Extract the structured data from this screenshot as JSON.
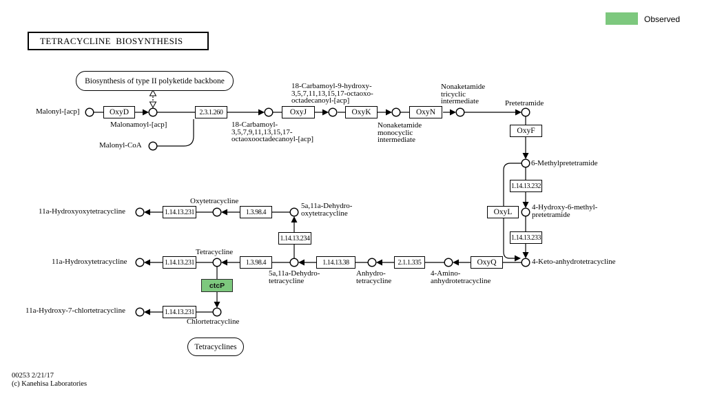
{
  "title": "TETRACYCLINE  BIOSYNTHESIS",
  "legend": {
    "label": "Observed",
    "observed_color": "#7dc87e"
  },
  "footer": {
    "map_id": "00253 2/21/17",
    "copyright": "(c) Kanehisa Laboratories"
  },
  "pathway_links": {
    "polyketide_backbone": "Biosynthesis of type II polyketide backbone",
    "tetracyclines": "Tetracyclines"
  },
  "enzymes": {
    "oxyD": "OxyD",
    "ec_2_3_1_260": "2.3.1.260",
    "oxyJ": "OxyJ",
    "oxyK": "OxyK",
    "oxyN": "OxyN",
    "oxyF": "OxyF",
    "ec_1_14_13_232": "1.14.13.232",
    "oxyL": "OxyL",
    "ec_1_14_13_233": "1.14.13.233",
    "oxyQ": "OxyQ",
    "ec_2_1_1_335": "2.1.1.335",
    "ec_1_14_13_38": "1.14.13.38",
    "ec_1_3_98_4": "1.3.98.4",
    "ec_1_14_13_234": "1.14.13.234",
    "ec_1_14_13_231": "1.14.13.231",
    "ctcP": "ctcP"
  },
  "compounds": {
    "malonyl_acp": "Malonyl-[acp]",
    "malonamoyl_acp": "Malonamoyl-[acp]",
    "malonyl_coa": "Malonyl-CoA",
    "carbamoyl_octaoxo": "18-Carbamoyl-\n3,5,7,9,11,13,15,17-\noctaoxooctadecanoyl-[acp]",
    "carbamoyl_9_hydroxy": "18-Carbamoyl-9-hydroxy-\n3,5,7,11,13,15,17-octaoxo-\noctadecanoyl-[acp]",
    "nonaketamide_monocyclic": "Nonaketamide\nmonocyclic\nintermediate",
    "nonaketamide_tricyclic": "Nonaketamide\ntricyclic\nintermediate",
    "pretetramide": "Pretetramide",
    "methylpretetramide": "6-Methylpretetramide",
    "hydroxy_methyl_pretetramide": "4-Hydroxy-6-methyl-\npretetramide",
    "keto_anhydrotetracycline": "4-Keto-anhydrotetracycline",
    "amino_anhydrotetracycline": "4-Amino-\nanhydrotetracycline",
    "anhydrotetracycline": "Anhydro-\ntetracycline",
    "dehydrotetracycline": "5a,11a-Dehydro-\ntetracycline",
    "tetracycline": "Tetracycline",
    "hydroxytetracycline": "11a-Hydroxytetracycline",
    "oxytetracycline": "Oxytetracycline",
    "dehydro_oxytetracycline": "5a,11a-Dehydro-\noxytetracycline",
    "hydroxyoxytetracycline": "11a-Hydroxyoxytetracycline",
    "chlortetracycline": "Chlortetracycline",
    "hydroxy_chlortetracycline": "11a-Hydroxy-7-chlortetracycline"
  }
}
